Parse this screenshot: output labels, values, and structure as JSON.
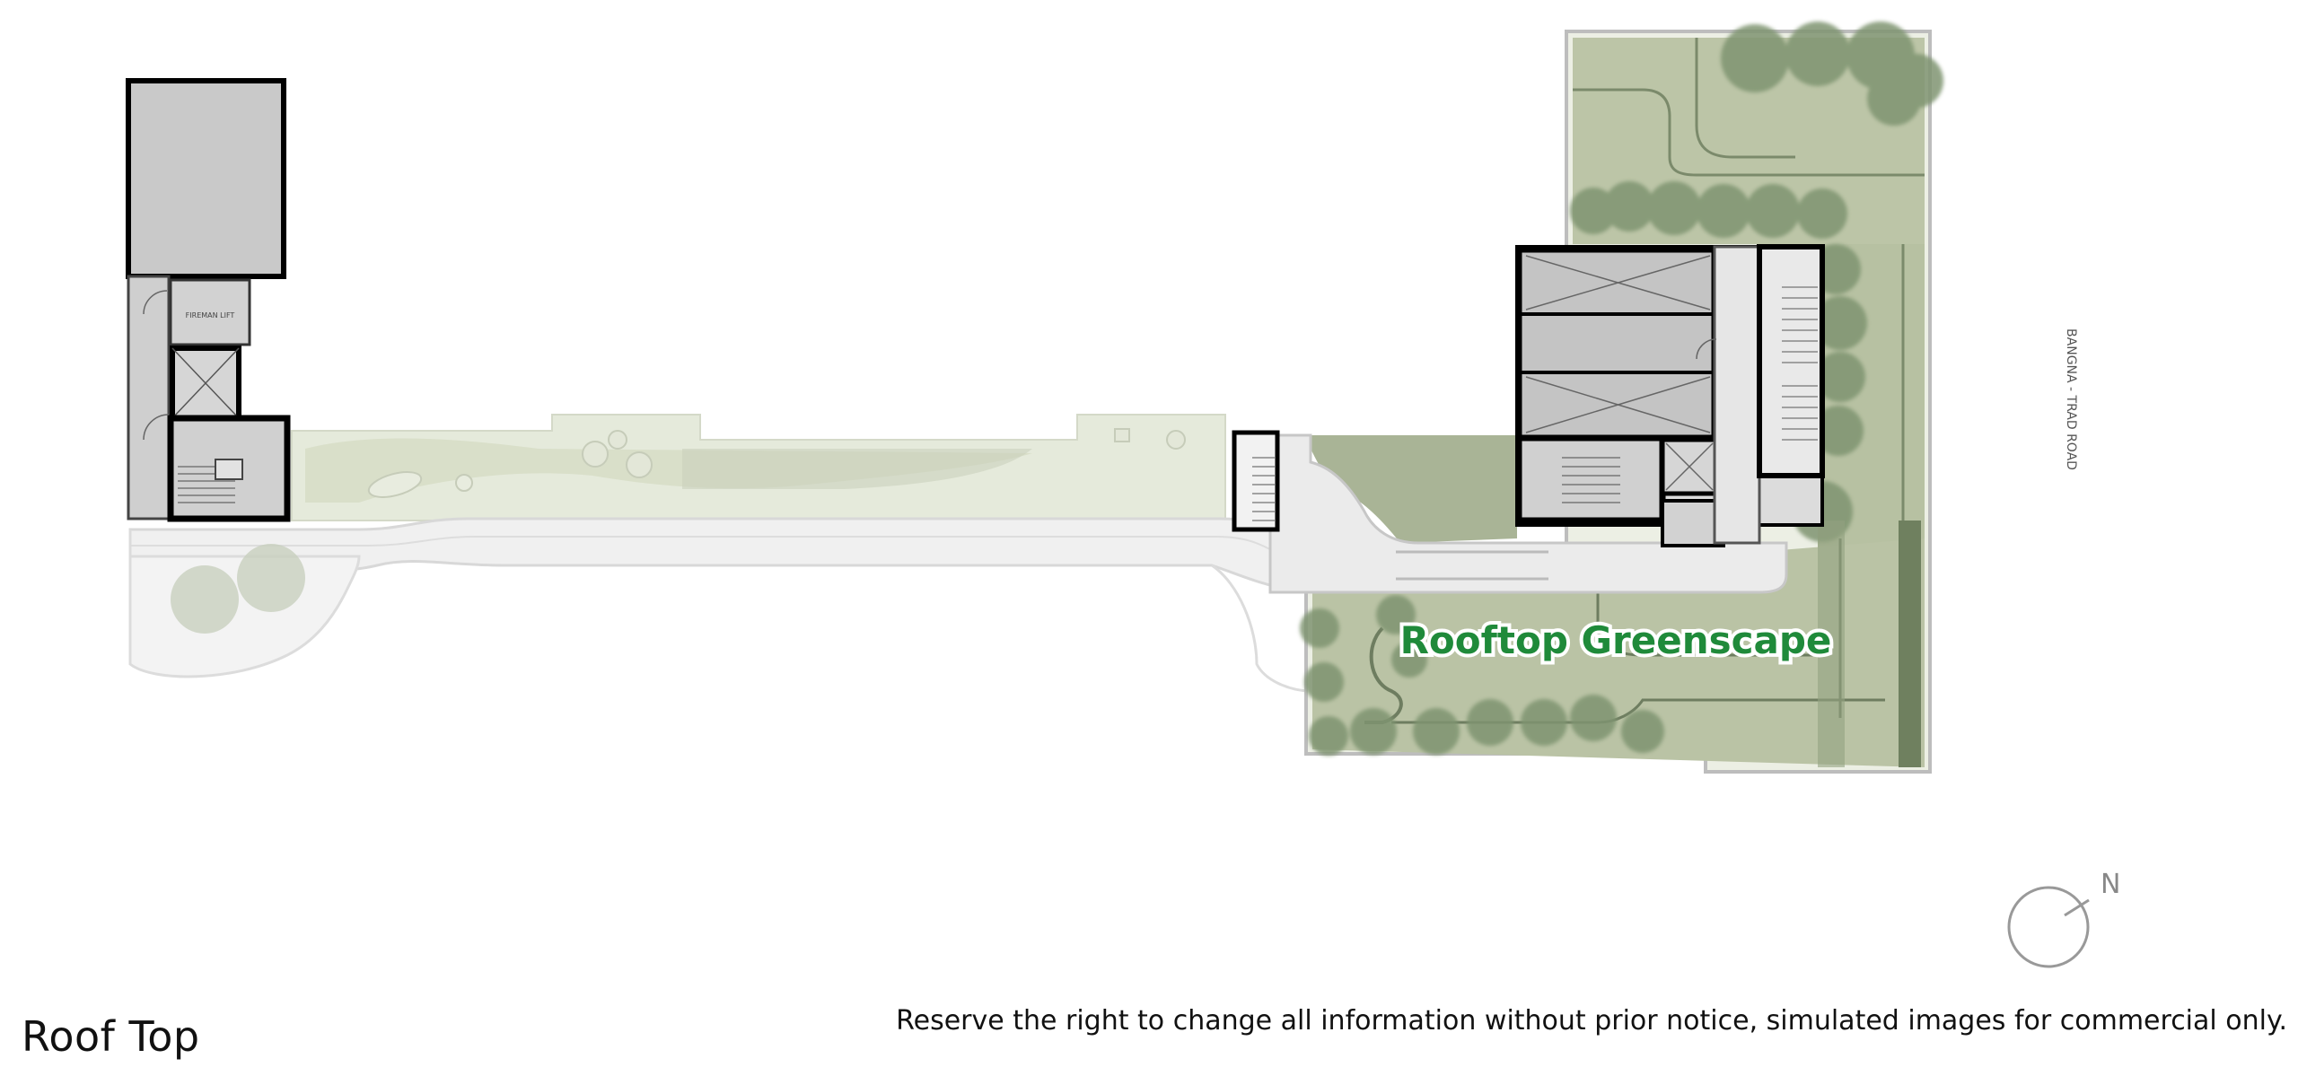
{
  "title": "Roof Top",
  "disclaimer": "Reserve the right to change all information without prior notice, simulated images for commercial only.",
  "plan_labels": {
    "highlight": "Rooftop Greenscape",
    "road": "BANGNA - TRAD ROAD",
    "fireman_lift": "FIREMAN LIFT"
  },
  "compass": {
    "label": "N"
  },
  "colors": {
    "highlight_text": "#1f8a3a",
    "lawn": "#b9c3a4",
    "tree": "#7f9471",
    "core_fill": "#c9c9c9",
    "wall": "#000000",
    "light_green": "#e6ebd9",
    "walkway": "#eeeeee"
  }
}
